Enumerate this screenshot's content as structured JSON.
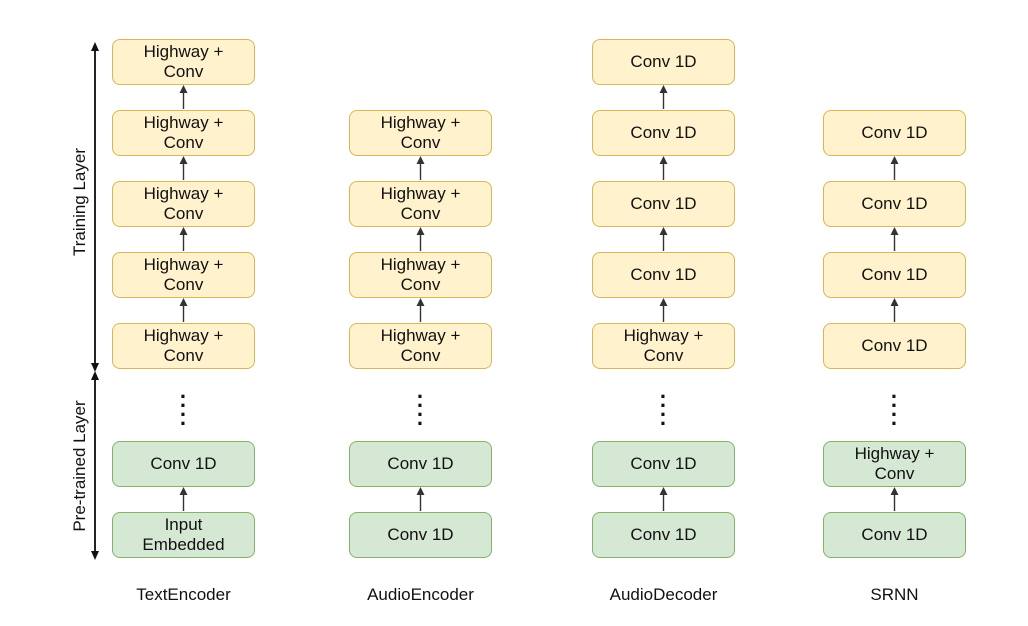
{
  "side_labels": {
    "training": "Training Layer",
    "pretrained": "Pre-trained Layer"
  },
  "columns": [
    {
      "name": "TextEncoder",
      "training_layers": [
        "Highway +\nConv",
        "Highway +\nConv",
        "Highway +\nConv",
        "Highway +\nConv",
        "Highway +\nConv"
      ],
      "pretrained_layers": [
        "Conv 1D",
        "Input\nEmbedded"
      ]
    },
    {
      "name": "AudioEncoder",
      "training_layers": [
        "Highway +\nConv",
        "Highway +\nConv",
        "Highway +\nConv",
        "Highway +\nConv"
      ],
      "pretrained_layers": [
        "Conv 1D",
        "Conv 1D"
      ]
    },
    {
      "name": "AudioDecoder",
      "training_layers": [
        "Conv 1D",
        "Conv 1D",
        "Conv 1D",
        "Conv 1D",
        "Highway +\nConv"
      ],
      "pretrained_layers": [
        "Conv 1D",
        "Conv 1D"
      ]
    },
    {
      "name": "SRNN",
      "training_layers": [
        "Conv 1D",
        "Conv 1D",
        "Conv 1D",
        "Conv 1D"
      ],
      "pretrained_layers": [
        "Highway +\nConv",
        "Conv 1D"
      ]
    }
  ],
  "colors": {
    "training_fill": "#fff2cc",
    "training_border": "#d6b656",
    "pretrained_fill": "#d5e8d4",
    "pretrained_border": "#82b366",
    "arrow": "#333333"
  }
}
